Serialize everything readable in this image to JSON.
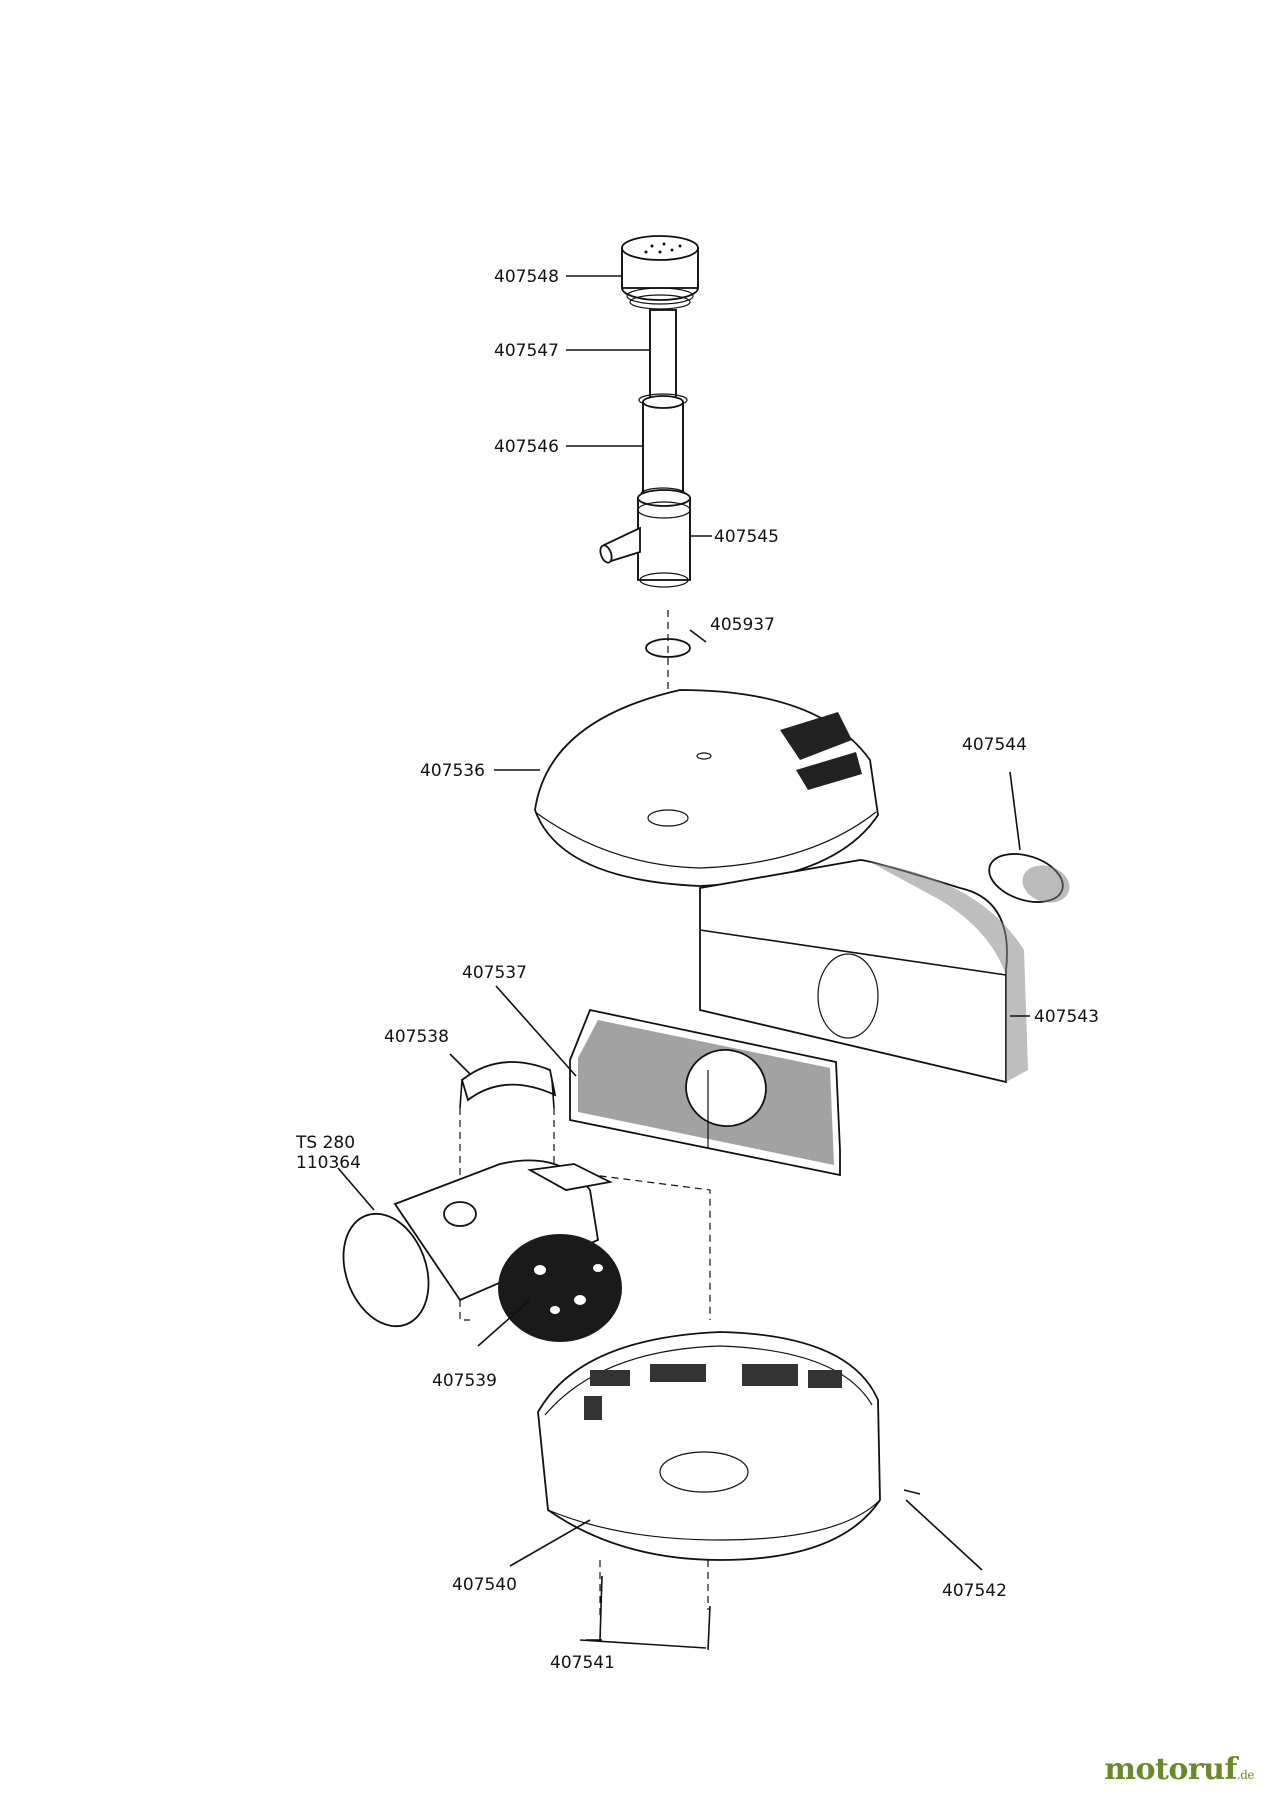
{
  "labels": {
    "p407548": "407548",
    "p407547": "407547",
    "p407546": "407546",
    "p407545": "407545",
    "p405937": "405937",
    "p407536": "407536",
    "p407544": "407544",
    "p407537": "407537",
    "p407543": "407543",
    "p407538": "407538",
    "ts_line1": "TS 280",
    "ts_line2": "110364",
    "p407539": "407539",
    "p407540": "407540",
    "p407542": "407542",
    "p407541": "407541"
  },
  "watermark": {
    "brand": "motoruf",
    "suffix": ".de"
  }
}
